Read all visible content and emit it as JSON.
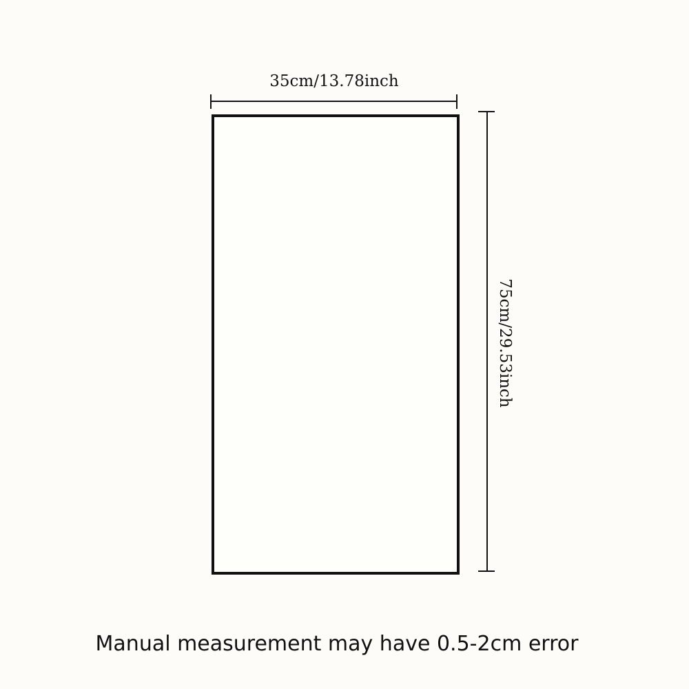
{
  "dimensions": {
    "width_label": "35cm/13.78inch",
    "height_label": "75cm/29.53inch"
  },
  "footer": {
    "note": "Manual measurement may have 0.5-2cm error"
  },
  "colors": {
    "background": "#fdfcf8",
    "line": "#111111"
  }
}
